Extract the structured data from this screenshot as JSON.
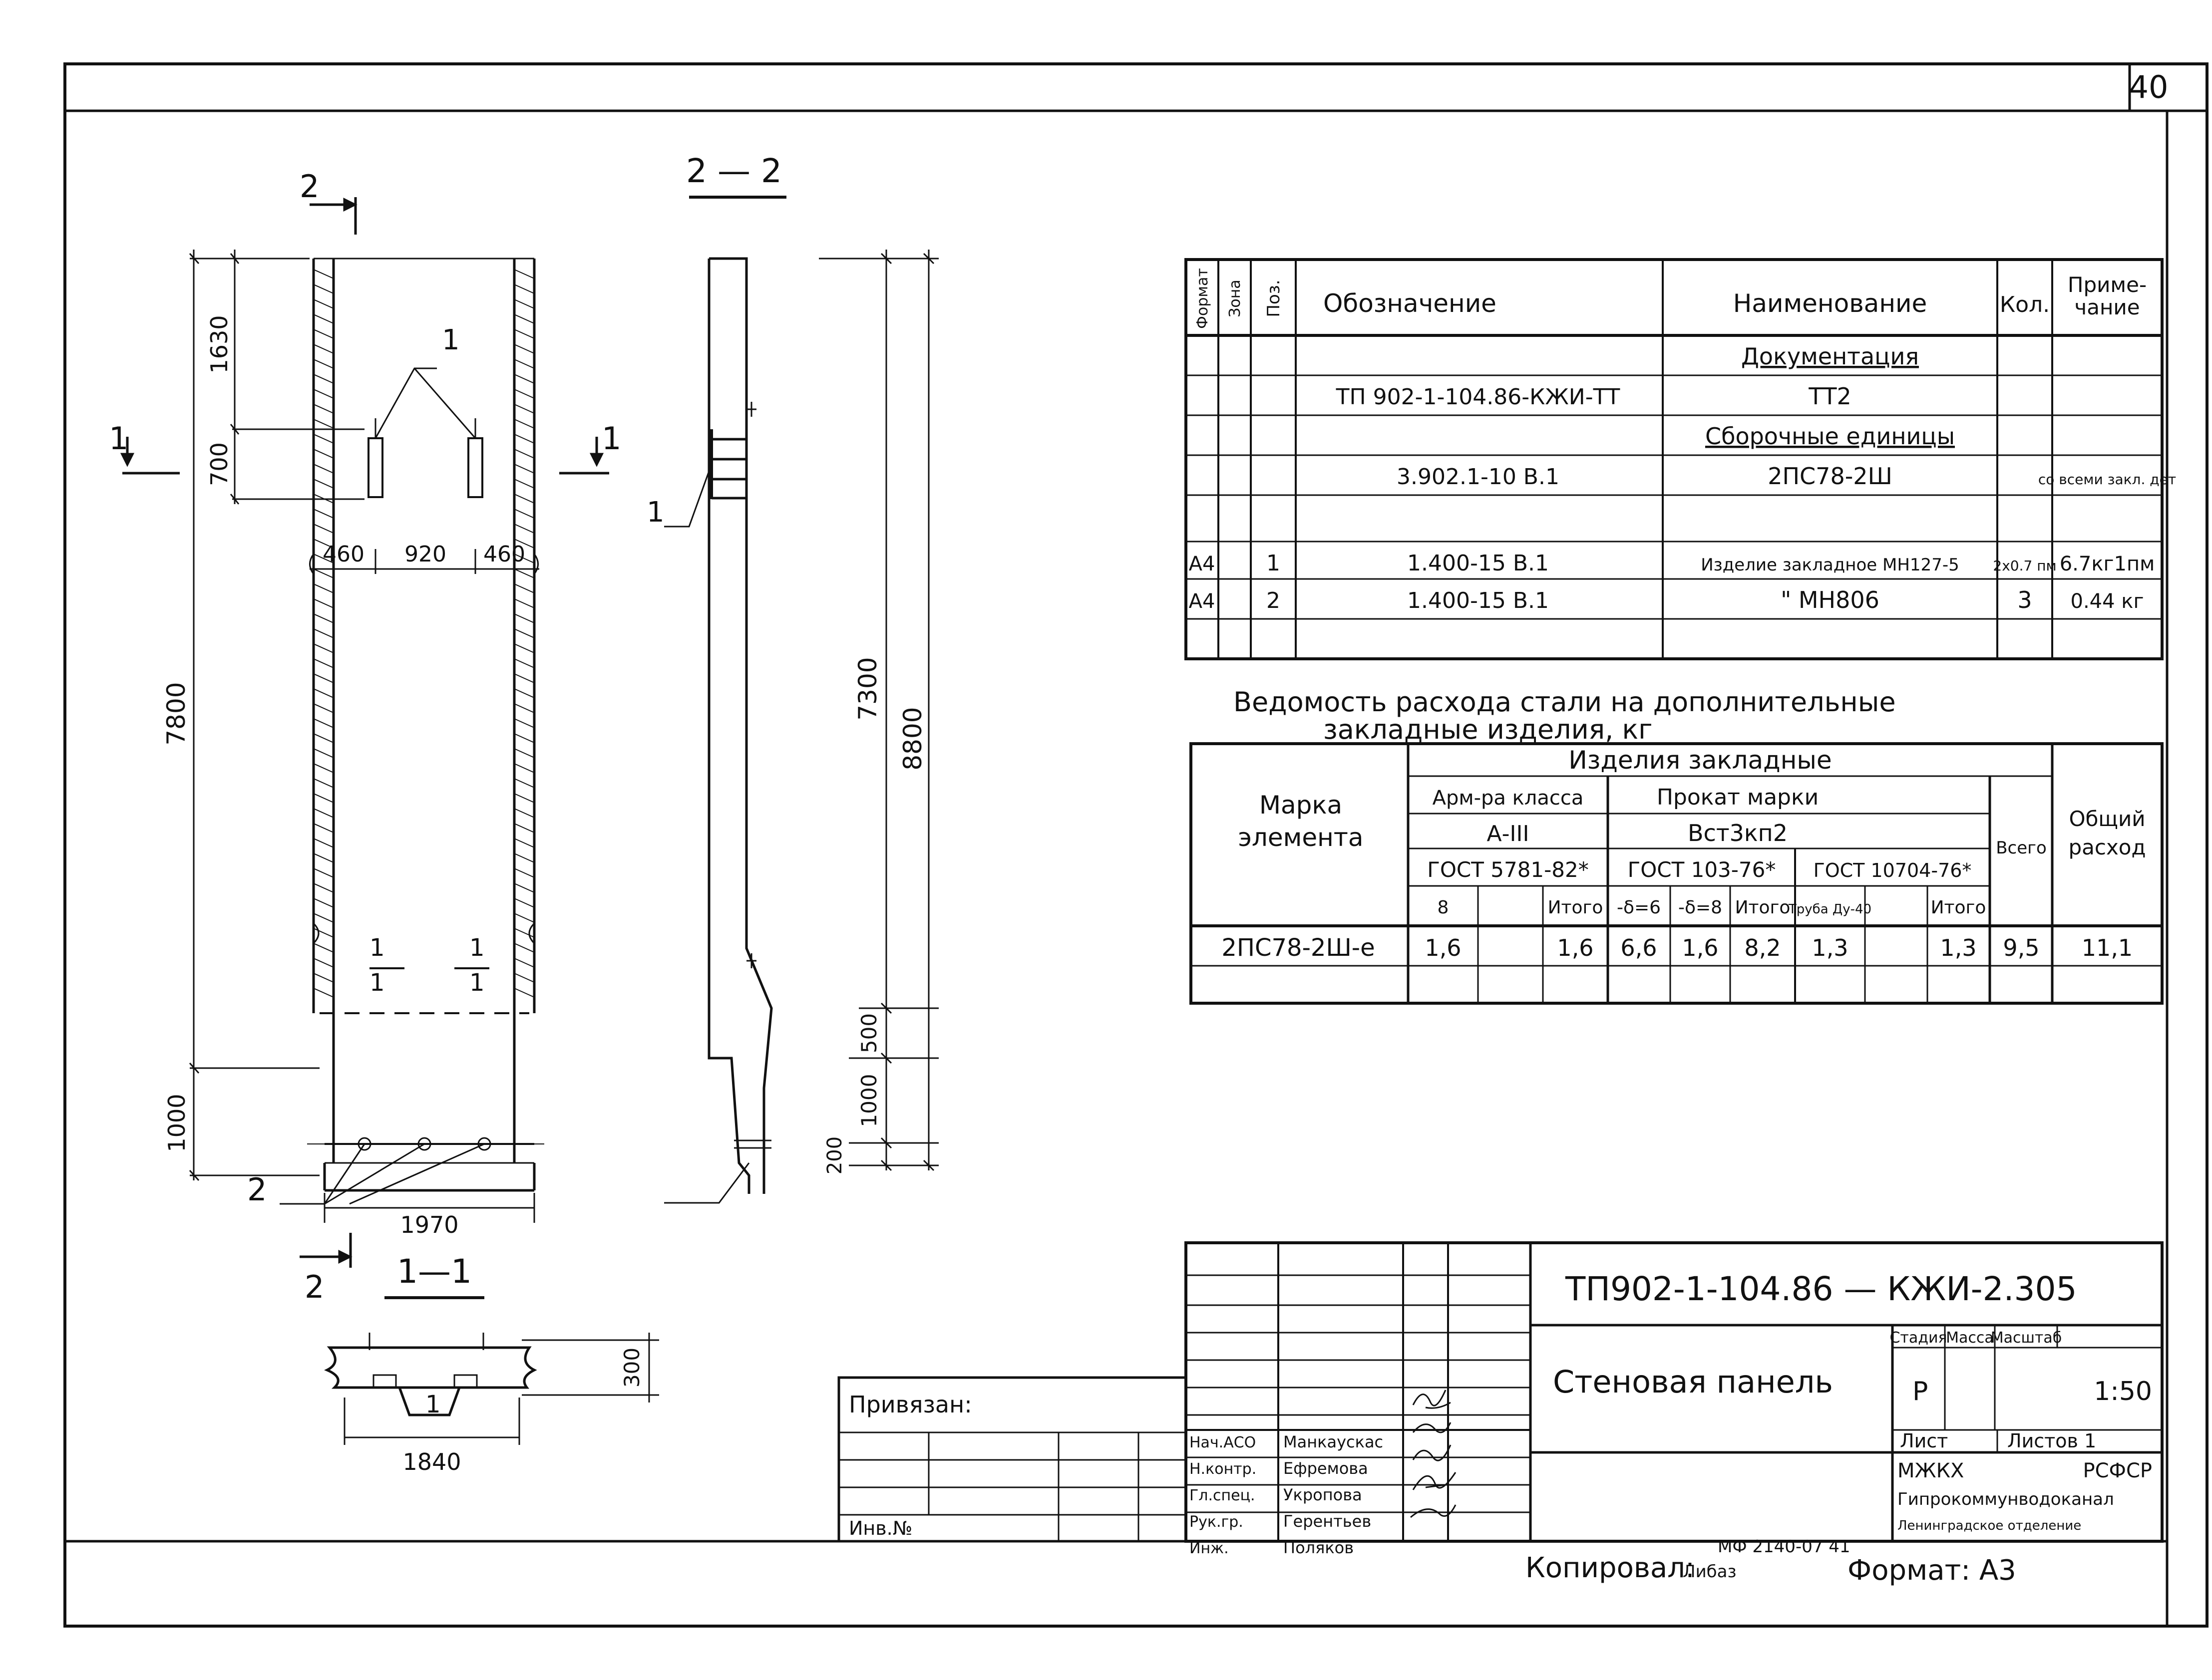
{
  "sheet_number": "40",
  "drawing": {
    "section_22_label": "2 — 2",
    "section_11_label": "1—1",
    "cut_marks": {
      "two": "2",
      "one": "1"
    },
    "callout_one": "1",
    "dims": {
      "d1630": "1630",
      "d700": "700",
      "d7800": "7800",
      "d1000": "1000",
      "d460a": "460",
      "d920": "920",
      "d460b": "460",
      "d1970": "1970",
      "d1840": "1840",
      "d300": "300",
      "d7300": "7300",
      "d8800": "8800",
      "d500": "500",
      "d1000b": "1000",
      "d200": "200"
    }
  },
  "spec_table": {
    "headers": {
      "format": "Формат",
      "zone": "Зона",
      "pos": "Поз.",
      "designation": "Обозначение",
      "name": "Наименование",
      "qty": "Кол.",
      "note_l1": "Приме-",
      "note_l2": "чание"
    },
    "rows": [
      {
        "format": "",
        "zone": "",
        "pos": "",
        "designation": "",
        "name": "Документация",
        "qty": "",
        "note": ""
      },
      {
        "format": "",
        "zone": "",
        "pos": "",
        "designation": "ТП 902-1-104.86-КЖИ-ТТ",
        "name": "ТТ2",
        "qty": "",
        "note": ""
      },
      {
        "format": "",
        "zone": "",
        "pos": "",
        "designation": "",
        "name": "Сборочные единицы",
        "qty": "",
        "note": ""
      },
      {
        "format": "",
        "zone": "",
        "pos": "",
        "designation": "3.902.1-10 В.1",
        "name": "2ПС78-2Ш",
        "qty": "",
        "note": "со всеми закл. дет"
      },
      {
        "format": "",
        "zone": "",
        "pos": "",
        "designation": "",
        "name": "",
        "qty": "",
        "note": ""
      },
      {
        "format": "А4",
        "zone": "",
        "pos": "1",
        "designation": "1.400-15 В.1",
        "name": "Изделие закладное МН127-5",
        "qty": "2х0.7 пм",
        "note": "6.7кг1пм"
      },
      {
        "format": "А4",
        "zone": "",
        "pos": "2",
        "designation": "1.400-15 В.1",
        "name": "\"           МН806",
        "qty": "3",
        "note": "0.44 кг"
      },
      {
        "format": "",
        "zone": "",
        "pos": "",
        "designation": "",
        "name": "",
        "qty": "",
        "note": ""
      }
    ]
  },
  "steel_table": {
    "title_l1": "Ведомость расхода стали на дополнительные",
    "title_l2": "закладные изделия, кг",
    "h_mark_l1": "Марка",
    "h_mark_l2": "элемента",
    "h_items": "Изделия закладные",
    "h_arm": "Арм-ра класса",
    "h_arm_class": "А-III",
    "h_arm_gost": "ГОСТ 5781-82*",
    "h_prokat": "Прокат марки",
    "h_prokat_mark": "Вст3кп2",
    "h_gost103": "ГОСТ 103-76*",
    "h_gost10704": "ГОСТ 10704-76*",
    "h_total_all": "Всего",
    "h_common_l1": "Общий",
    "h_common_l2": "расход",
    "sub": [
      "8",
      "",
      "Итого",
      "-δ=6",
      "-δ=8",
      "Итого",
      "Труба Ду-40",
      "",
      "Итого"
    ],
    "row": {
      "mark": "2ПС78-2Ш-е",
      "c1": "1,6",
      "c2": "",
      "c3": "1,6",
      "c4": "6,6",
      "c5": "1,6",
      "c6": "8,2",
      "c7": "1,3",
      "c8": "",
      "c9": "1,3",
      "total": "9,5",
      "common": "11,1"
    }
  },
  "stamp": {
    "code": "ТП902-1-104.86 — КЖИ-2.305",
    "title": "Стеновая панель",
    "stage_h": "Стадия",
    "mass_h": "Масса",
    "scale_h": "Масштаб",
    "stage": "Р",
    "mass": "",
    "scale": "1:50",
    "sheet_h": "Лист",
    "sheets_h": "Листов 1",
    "org_l1a": "МЖКХ",
    "org_l1b": "РСФСР",
    "org_l2": "Гипрокоммунводоканал",
    "org_l3": "Ленинградское отделение",
    "privyazan": "Привязан:",
    "inv": "Инв.№",
    "people": [
      {
        "role": "Нач.АСО",
        "name": "Манкаускас"
      },
      {
        "role": "Н.контр.",
        "name": "Ефремова"
      },
      {
        "role": "Гл.спец.",
        "name": "Укропова"
      },
      {
        "role": "Рук.гр.",
        "name": "Герентьев"
      },
      {
        "role": "Инж.",
        "name": "Поляков"
      }
    ],
    "copied_label": "Копировал:",
    "copied_name": "Либаз",
    "copied_no": "МФ 2140-07 41",
    "format": "Формат: А3"
  }
}
